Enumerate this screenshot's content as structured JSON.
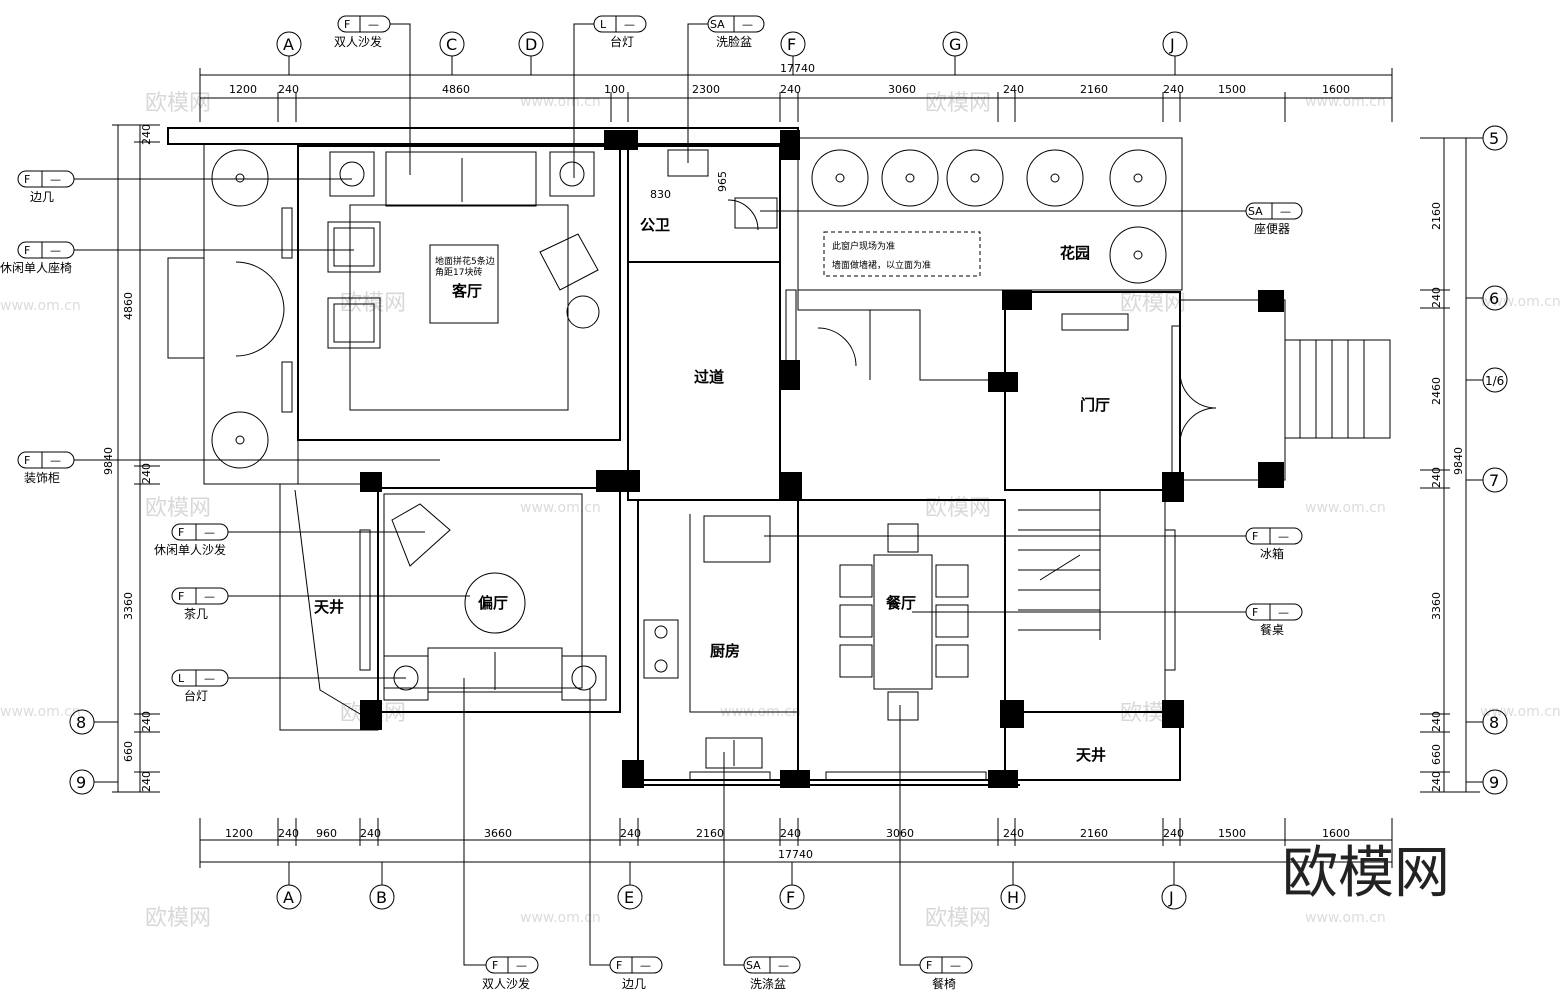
{
  "dims_top": [
    "1200",
    "240",
    "4860",
    "100",
    "2300",
    "240",
    "3060",
    "240",
    "2160",
    "240",
    "1500",
    "1600"
  ],
  "dims_top_total": "17740",
  "dims_bottom": [
    "1200",
    "240",
    "960",
    "240",
    "3660",
    "240",
    "2160",
    "240",
    "3060",
    "240",
    "2160",
    "240",
    "1500",
    "1600"
  ],
  "dims_bottom_total": "17740",
  "dims_left": [
    "240",
    "4860",
    "240",
    "9840",
    "3360",
    "240",
    "660",
    "240"
  ],
  "dims_right": [
    "2160",
    "240",
    "2460",
    "9840",
    "240",
    "3360",
    "240",
    "660",
    "240"
  ],
  "axes_top": [
    "A",
    "C",
    "D",
    "F",
    "G",
    "J"
  ],
  "axes_bottom": [
    "A",
    "B",
    "E",
    "F",
    "H",
    "J"
  ],
  "axes_left": [
    "8",
    "9"
  ],
  "axes_right": [
    "5",
    "6",
    "1/6",
    "7",
    "8",
    "9"
  ],
  "rooms": {
    "living": "客厅",
    "bath": "公卫",
    "garden": "花园",
    "corridor": "过道",
    "foyer": "门厅",
    "side_hall": "偏厅",
    "courtyard_left": "天井",
    "kitchen": "厨房",
    "dining": "餐厅",
    "courtyard_right": "天井"
  },
  "room_dims": {
    "bath_w": "830",
    "bath_h": "965"
  },
  "notes": {
    "living_1": "地面拼花5条边",
    "living_2": "角距17块砖",
    "window_1": "此窗户现场为准",
    "window_2": "墙面做墙裙，以立面为准"
  },
  "tags": [
    {
      "code": "F",
      "label": "双人沙发"
    },
    {
      "code": "L",
      "label": "台灯"
    },
    {
      "code": "SA",
      "label": "洗脸盆"
    },
    {
      "code": "F",
      "label": "边几"
    },
    {
      "code": "F",
      "label": "休闲单人座椅"
    },
    {
      "code": "F",
      "label": "装饰柜"
    },
    {
      "code": "F",
      "label": "休闲单人沙发"
    },
    {
      "code": "F",
      "label": "茶几"
    },
    {
      "code": "L",
      "label": "台灯"
    },
    {
      "code": "SA",
      "label": "座便器"
    },
    {
      "code": "F",
      "label": "冰箱"
    },
    {
      "code": "F",
      "label": "餐桌"
    },
    {
      "code": "F",
      "label": "双人沙发"
    },
    {
      "code": "F",
      "label": "边几"
    },
    {
      "code": "SA",
      "label": "洗涤盆"
    },
    {
      "code": "F",
      "label": "餐椅"
    }
  ],
  "tag_dash": "—",
  "watermark": {
    "text": "欧模网",
    "url": "www.om.cn",
    "brand": "欧模网"
  }
}
